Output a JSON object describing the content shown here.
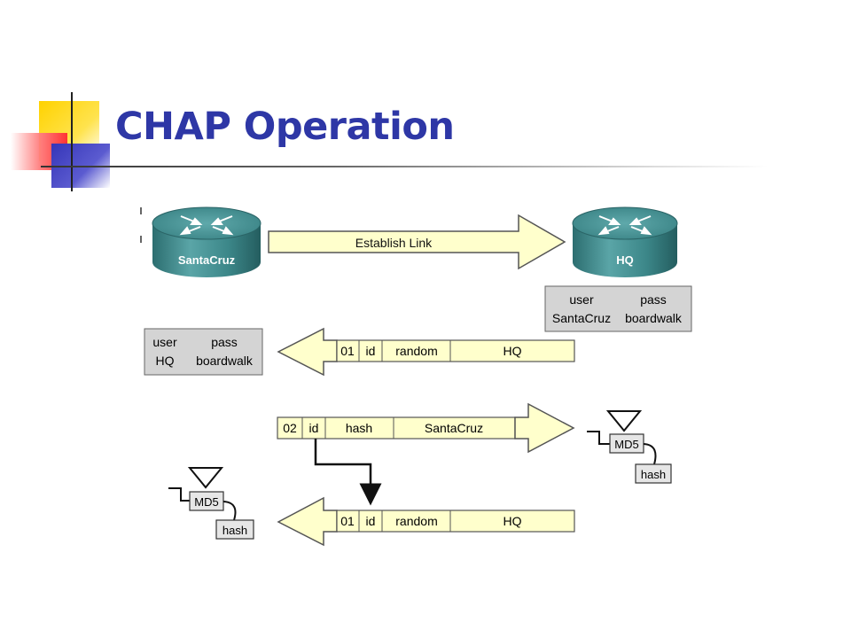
{
  "slide": {
    "title": "CHAP Operation"
  },
  "routers": {
    "left_label": "SantaCruz",
    "right_label": "HQ"
  },
  "step1": {
    "arrow_label": "Establish Link"
  },
  "hq_table": {
    "col1": "user",
    "col2": "pass",
    "row_user": "SantaCruz",
    "row_pass": "boardwalk"
  },
  "santacruz_table": {
    "col1": "user",
    "col2": "pass",
    "row_user": "HQ",
    "row_pass": "boardwalk"
  },
  "challenge_packet": {
    "code": "01",
    "id": "id",
    "data": "random",
    "name": "HQ"
  },
  "response_packet": {
    "code": "02",
    "id": "id",
    "data": "hash",
    "name": "SantaCruz"
  },
  "md5_right": {
    "label": "MD5",
    "output": "hash"
  },
  "md5_left": {
    "label": "MD5",
    "output": "hash"
  },
  "bottom_packet": {
    "code": "01",
    "id": "id",
    "data": "random",
    "name": "HQ"
  },
  "colors": {
    "title": "#2e37a6",
    "arrow_fill": "#ffffcc",
    "table_fill": "#d4d4d4",
    "router": "#3f8a8c"
  }
}
